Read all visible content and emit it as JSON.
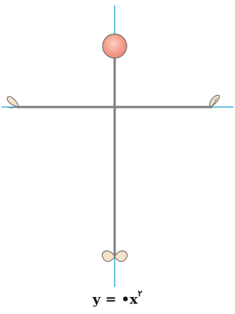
{
  "equation": {
    "lhs": "y = ",
    "coefficient": "•",
    "variable": "x",
    "exponent": "٢"
  },
  "colors": {
    "axis": "#3aaed6",
    "rod": "#808080",
    "head_fill": "#f6a08e",
    "head_stroke": "#777777",
    "petal_fill": "#f6e2c8",
    "petal_stroke": "#777777",
    "text": "#111111"
  },
  "icons": {
    "head": "ball-icon",
    "left_hand": "leaf-icon",
    "right_hand": "leaf-icon",
    "feet": "leaf-icon"
  }
}
